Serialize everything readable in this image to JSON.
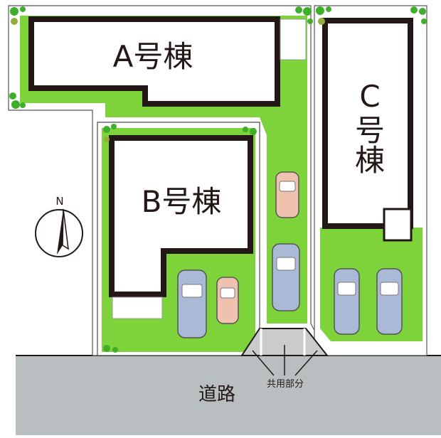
{
  "buildings": {
    "a": "A号棟",
    "b": "B号棟",
    "c": [
      "C",
      "号",
      "棟"
    ]
  },
  "road_label": "道路",
  "shared_area_label": "共用部分",
  "compass_label": "N",
  "colors": {
    "lawn": "#7ed33b",
    "road": "#b9bec1",
    "wall": "#231815",
    "shared": "#c9cbcc",
    "car_blue": "#aab9d6",
    "car_pink": "#efc2b0"
  }
}
